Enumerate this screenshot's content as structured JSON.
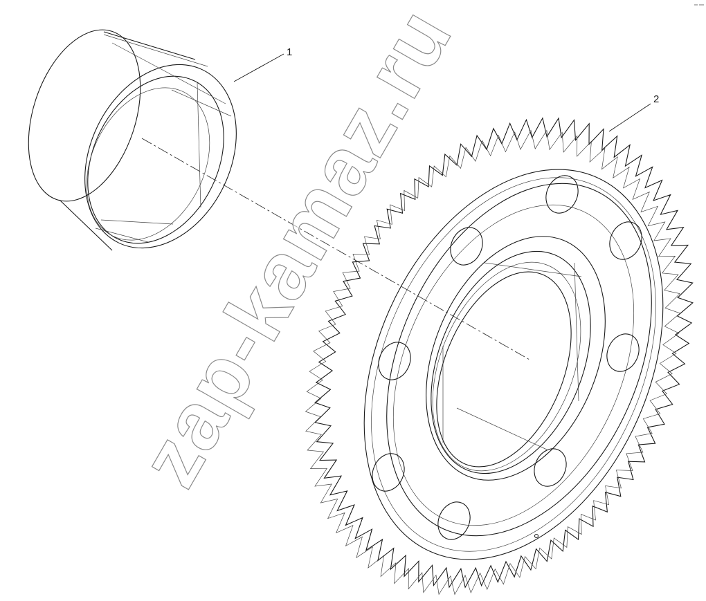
{
  "callouts": [
    {
      "label": "1",
      "part": "bushing"
    },
    {
      "label": "2",
      "part": "gear"
    }
  ],
  "watermark": {
    "text": "zap-kamaz.ru"
  },
  "colors": {
    "line": "#1a1a1a",
    "watermark_stroke": "#8a8a8a",
    "background": "#ffffff"
  }
}
